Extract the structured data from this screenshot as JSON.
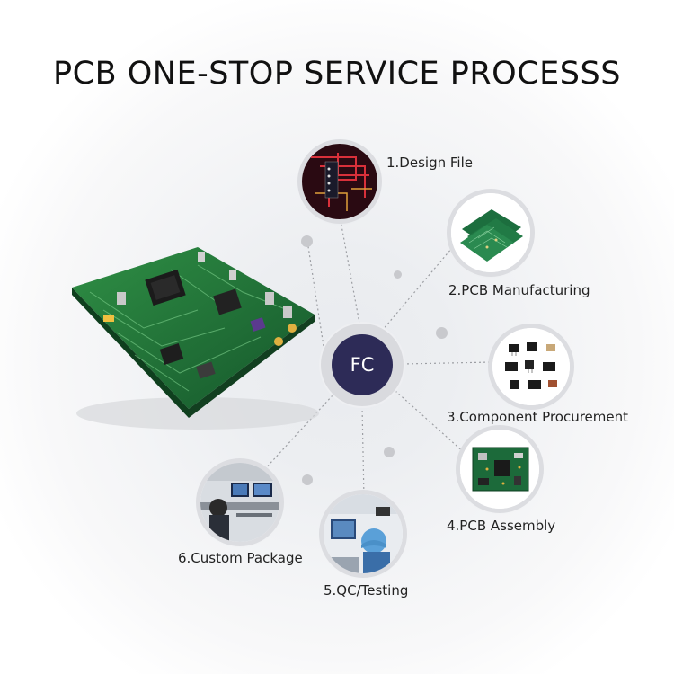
{
  "title": "PCB ONE-STOP SERVICE PROCESSS",
  "hub": {
    "label": "FC"
  },
  "steps": [
    {
      "label": "1.Design File",
      "icon": "design-file-photo"
    },
    {
      "label": "2.PCB Manufacturing",
      "icon": "pcb-boards-photo"
    },
    {
      "label": "3.Component Procurement",
      "icon": "components-photo"
    },
    {
      "label": "4.PCB Assembly",
      "icon": "assembled-board-photo"
    },
    {
      "label": "5.QC/Testing",
      "icon": "testing-photo"
    },
    {
      "label": "6.Custom Package",
      "icon": "workstation-photo"
    }
  ],
  "colors": {
    "hub": "#2d2b57",
    "hub_ring": "#d9dade",
    "node_ring": "#dcdde1",
    "pcb_green": "#1f7a3a",
    "title": "#111111"
  }
}
